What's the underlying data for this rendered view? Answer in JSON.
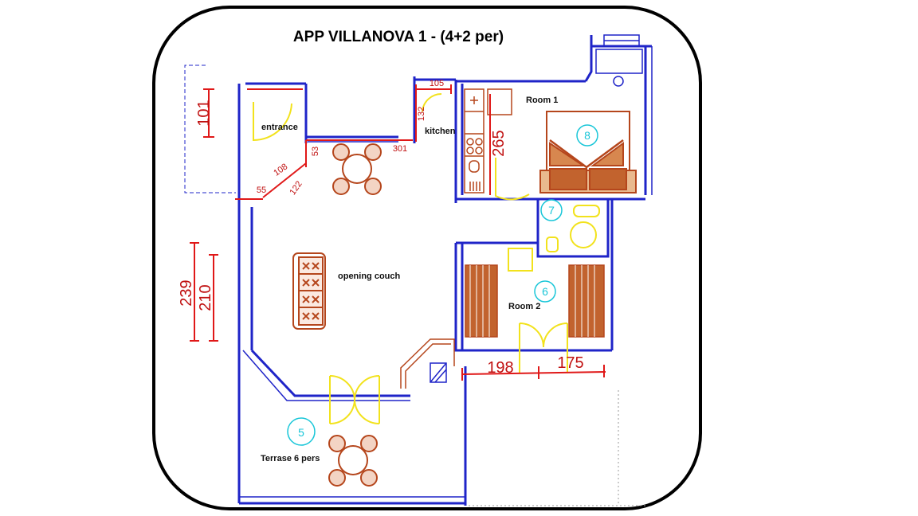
{
  "title": "APP VILLANOVA 1 - (4+2 per)",
  "rooms": {
    "entrance": "entrance",
    "kitchen": "kitchen",
    "room1": "Room 1",
    "room2": "Room 2",
    "couch": "opening couch",
    "terrace": "Terrase 6 pers"
  },
  "markers": {
    "bedroom1": "8",
    "bathroom": "7",
    "bedroom2": "6",
    "terrace": "5"
  },
  "dimensions": {
    "d101": "101",
    "d105": "105",
    "d132": "132",
    "d53": "53",
    "d301": "301",
    "d108": "108",
    "d122": "122",
    "d55": "55",
    "d265": "265",
    "d239": "239",
    "d210": "210",
    "d198": "198",
    "d175": "175"
  },
  "colors": {
    "walls": "#1f24c8",
    "dimensions": "#e01818",
    "doors": "#f2e21c",
    "furniture": "#b5461c",
    "room_markers": "#18c6d8"
  }
}
